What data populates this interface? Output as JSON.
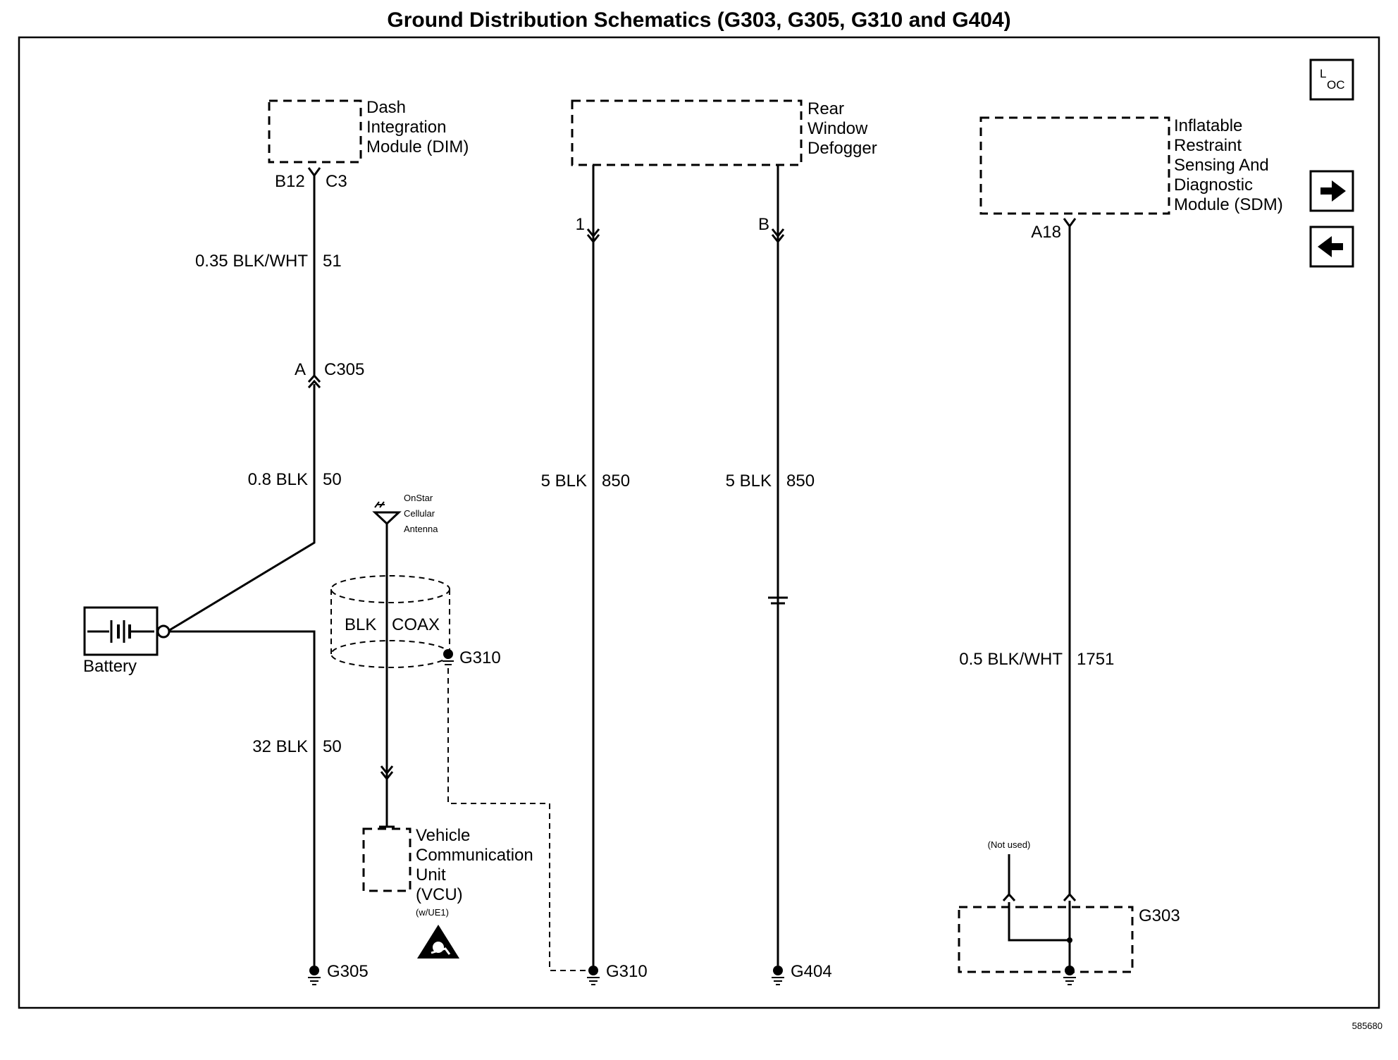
{
  "title": "Ground Distribution Schematics (G303, G305, G310 and G404)",
  "figure_id": "585680",
  "nav": {
    "loc_top": "L",
    "loc_bottom": "OC",
    "next_icon": "arrow-right-icon",
    "prev_icon": "arrow-left-icon"
  },
  "components": {
    "dim": {
      "name_line1": "Dash",
      "name_line2": "Integration",
      "name_line3": "Module (DIM)",
      "pin_left": "B12",
      "pin_right": "C3"
    },
    "defogger": {
      "name_line1": "Rear",
      "name_line2": "Window",
      "name_line3": "Defogger",
      "pin_1": "1",
      "pin_b": "B"
    },
    "sdm": {
      "name_line1": "Inflatable",
      "name_line2": "Restraint",
      "name_line3": "Sensing And",
      "name_line4": "Diagnostic",
      "name_line5": "Module (SDM)",
      "pin": "A18"
    },
    "battery": {
      "name": "Battery"
    },
    "antenna": {
      "name_line1": "OnStar",
      "name_line2": "Cellular",
      "name_line3": "Antenna"
    },
    "coax": {
      "left": "BLK",
      "right": "COAX"
    },
    "vcu": {
      "name_line1": "Vehicle",
      "name_line2": "Communication",
      "name_line3": "Unit",
      "name_line4": "(VCU)",
      "option": "(w/UE1)"
    },
    "connector_c305": {
      "pin": "A",
      "name": "C305"
    },
    "g303_box": {
      "name": "G303",
      "not_used": "(Not used)"
    }
  },
  "wires": {
    "dim_wire": {
      "gauge": "0.35 BLK/WHT",
      "circuit": "51"
    },
    "c305_wire": {
      "gauge": "0.8 BLK",
      "circuit": "50"
    },
    "battery_wire": {
      "gauge": "32 BLK",
      "circuit": "50"
    },
    "defog_wire_1": {
      "gauge": "5 BLK",
      "circuit": "850"
    },
    "defog_wire_2": {
      "gauge": "5 BLK",
      "circuit": "850"
    },
    "sdm_wire": {
      "gauge": "0.5 BLK/WHT",
      "circuit": "1751"
    }
  },
  "grounds": {
    "g305": "G305",
    "g310_coax": "G310",
    "g310": "G310",
    "g404": "G404"
  }
}
